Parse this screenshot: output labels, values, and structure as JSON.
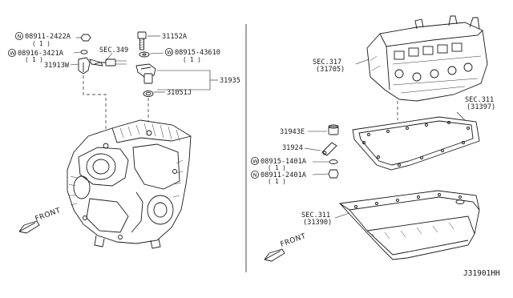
{
  "labels": {
    "nut_08911_2422a": "08911-2422A",
    "nut_08911_2422a_qty": "( 1 )",
    "washer_08916_3421a": "08916-3421A",
    "washer_08916_3421a_qty": "( 1 )",
    "sensor_31913w": "31913W",
    "sec_349": "SEC.349",
    "bolt_31152a": "31152A",
    "washer_08915_43610": "08915-43610",
    "washer_08915_43610_qty": "( 1 )",
    "sensor_assy_31935": "31935",
    "oring_31051j": "31051J",
    "sec_317": "SEC.317",
    "sec_317_sub": "(31705)",
    "sec_311_top": "SEC.311",
    "sec_311_top_sub": "(31397)",
    "part_31943e": "31943E",
    "part_31924": "31924",
    "washer_08915_1401a": "08915-1401A",
    "washer_08915_1401a_qty": "( 1 )",
    "nut_08911_2401a": "08911-2401A",
    "nut_08911_2401a_qty": "( 1 )",
    "sec_311_bottom": "SEC.311",
    "sec_311_bottom_sub": "(31390)",
    "front_left": "FRONT",
    "front_right": "FRONT",
    "diagram_ref": "J31901HH"
  },
  "symbols": {
    "nut_marker": "N",
    "washer_marker": "W"
  }
}
